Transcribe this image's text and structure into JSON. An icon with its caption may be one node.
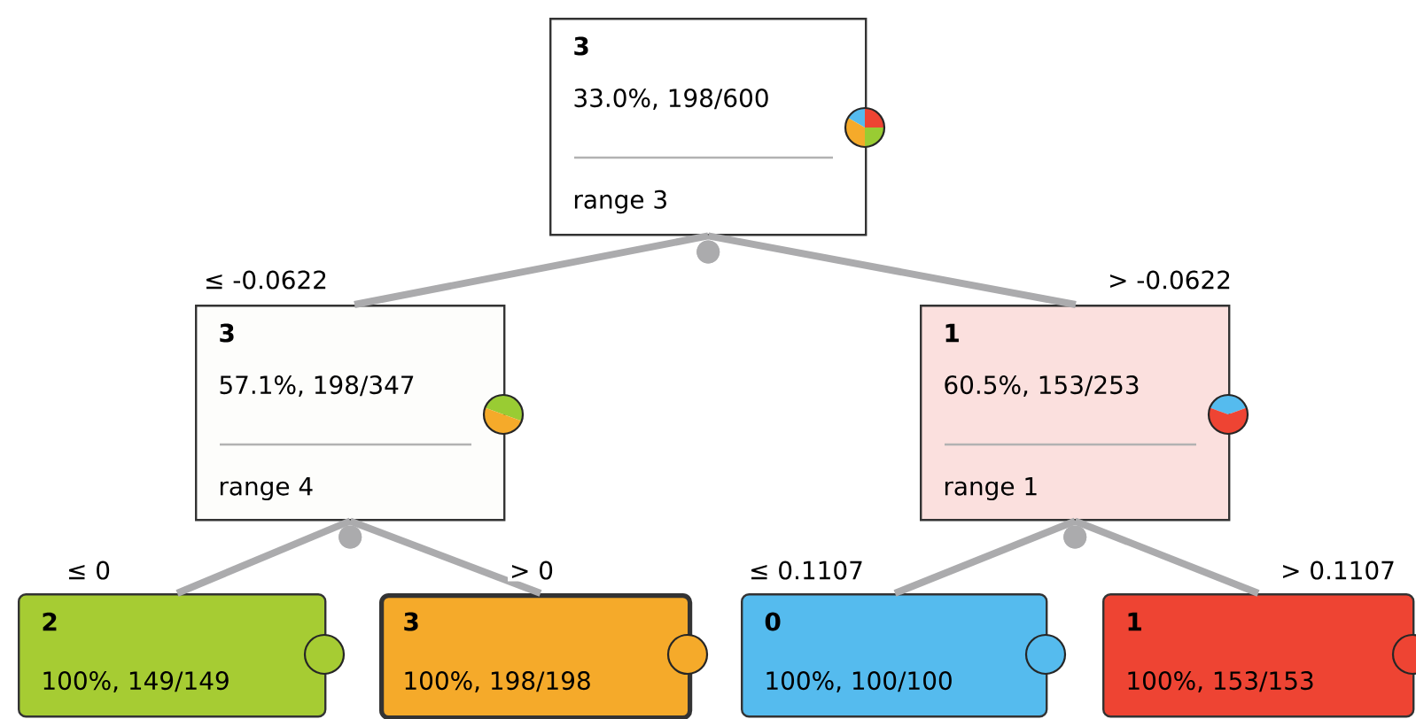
{
  "diagram": {
    "nodes": [
      {
        "text": [
          "3",
          "33.0%, 198/600",
          "range 3"
        ]
      },
      {
        "text": [
          "3",
          "57.1%, 198/347",
          "range 4"
        ]
      },
      {
        "text": [
          "1",
          "60.5%, 153/253",
          "range 1"
        ]
      },
      {
        "text": [
          "2",
          "100%, 149/149"
        ]
      },
      {
        "text": [
          "3",
          "100%, 198/198"
        ]
      },
      {
        "text": [
          "0",
          "100%, 100/100"
        ]
      },
      {
        "text": [
          "1",
          "100%, 153/153"
        ]
      }
    ],
    "edges": [
      {
        "from": 0,
        "to": 1,
        "arrow": "other",
        "label": "≤ -0.0622"
      },
      {
        "from": 0,
        "to": 2,
        "arrow": "other",
        "label": "> -0.0622"
      },
      {
        "from": 1,
        "to": 3,
        "arrow": "other",
        "label": "≤ 0"
      },
      {
        "from": 1,
        "to": 4,
        "arrow": "other",
        "label": "> 0"
      },
      {
        "from": 2,
        "to": 5,
        "arrow": "other",
        "label": "≤ 0.1107"
      },
      {
        "from": 2,
        "to": 6,
        "arrow": "other",
        "label": "> 0.1107"
      }
    ]
  }
}
